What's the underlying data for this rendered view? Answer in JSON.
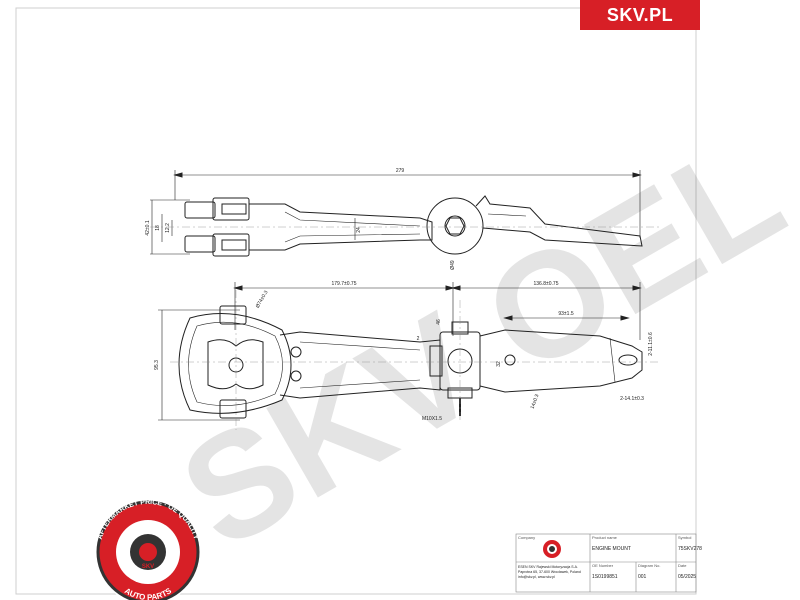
{
  "brand": {
    "name": "SKV.PL"
  },
  "watermark": {
    "text": "SKV OEL"
  },
  "top_view": {
    "dims": {
      "overall_length": "279",
      "height_a": "42±0.1",
      "height_b": "18",
      "height_c": "12.2",
      "arm": "24",
      "bore": "Ø49"
    }
  },
  "side_view": {
    "dims": {
      "left_span": "179.7±0.75",
      "right_span": "136.8±0.75",
      "bush_dia": "Ø74±0.3",
      "outer_height": "95.3",
      "hole_spacing": "93±1.5",
      "stud_len": "46",
      "small_2": "2",
      "small_32": "32",
      "thread": "M10X1.5",
      "slot": "2-11.1±0.6",
      "slot_w": "2-14.1±0.3",
      "vert_label": "14±0.3"
    }
  },
  "seal": {
    "outer_text": "AFTERMARKET PRICE · OE QUALITY",
    "bottom_text": "AUTO PARTS",
    "center": "SKV",
    "colors": {
      "red": "#d71f26",
      "dark": "#333333"
    }
  },
  "title_block": {
    "headers": {
      "company": "Company",
      "product": "Product name",
      "symbol": "Symbol",
      "oe": "OE Number",
      "diagram": "Diagram No.",
      "date": "Date"
    },
    "company_lines": [
      "ESEN SKV Rajewski Motoryzacja S.A.",
      "Paprotna 65, 37-600 Wrocławek, Poland",
      "info@skv.pl, www.skv.pl"
    ],
    "product_name": "ENGINE MOUNT",
    "symbol": "75SKV278",
    "oe_number": "1S0199851",
    "diagram_no": "001",
    "date": "05/2025"
  }
}
